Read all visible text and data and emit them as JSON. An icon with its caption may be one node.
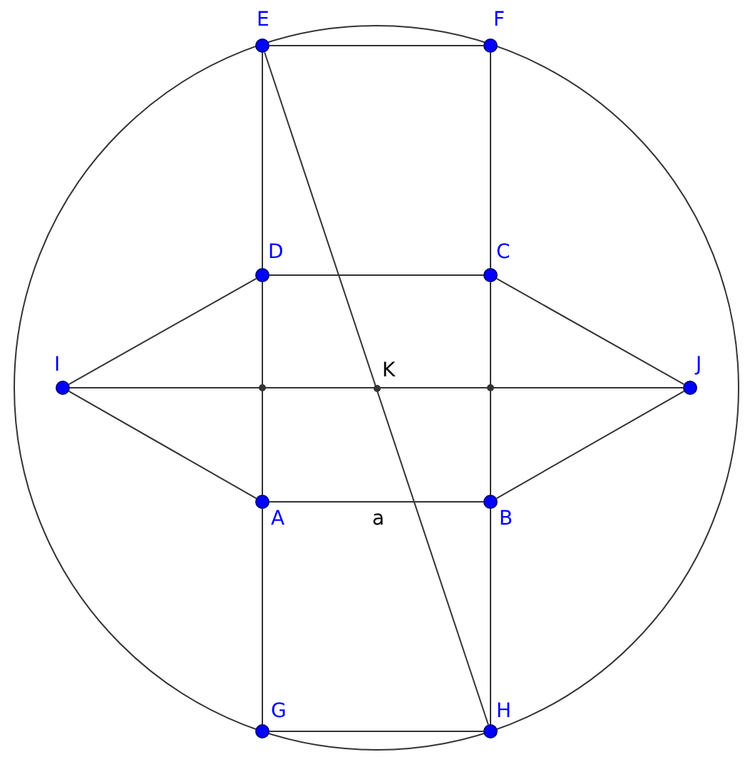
{
  "diagram": {
    "nodes": [
      {
        "text": [
          "E"
        ]
      },
      {
        "text": [
          "F"
        ]
      },
      {
        "text": [
          "D"
        ]
      },
      {
        "text": [
          "C"
        ]
      },
      {
        "text": [
          "I"
        ]
      },
      {
        "text": [
          "K"
        ]
      },
      {
        "text": [
          "J"
        ]
      },
      {
        "text": [
          "A"
        ]
      },
      {
        "text": [
          "B"
        ]
      },
      {
        "text": [
          "G"
        ]
      },
      {
        "text": [
          "H"
        ]
      }
    ],
    "edges": [
      {
        "from": 0,
        "to": 1,
        "arrow": "none"
      },
      {
        "from": 0,
        "to": 2,
        "arrow": "none"
      },
      {
        "from": 1,
        "to": 3,
        "arrow": "none"
      },
      {
        "from": 0,
        "to": 10,
        "arrow": "none"
      },
      {
        "from": 2,
        "to": 3,
        "arrow": "none"
      },
      {
        "from": 4,
        "to": 2,
        "arrow": "none"
      },
      {
        "from": 3,
        "to": 6,
        "arrow": "none"
      },
      {
        "from": 4,
        "to": 6,
        "arrow": "none"
      },
      {
        "from": 4,
        "to": 7,
        "arrow": "none"
      },
      {
        "from": 6,
        "to": 8,
        "arrow": "none"
      },
      {
        "from": 2,
        "to": 7,
        "arrow": "none"
      },
      {
        "from": 3,
        "to": 8,
        "arrow": "none"
      },
      {
        "from": 7,
        "to": 8,
        "arrow": "none",
        "label": "a"
      },
      {
        "from": 7,
        "to": 9,
        "arrow": "none"
      },
      {
        "from": 8,
        "to": 10,
        "arrow": "none"
      },
      {
        "from": 9,
        "to": 10,
        "arrow": "none"
      }
    ]
  }
}
